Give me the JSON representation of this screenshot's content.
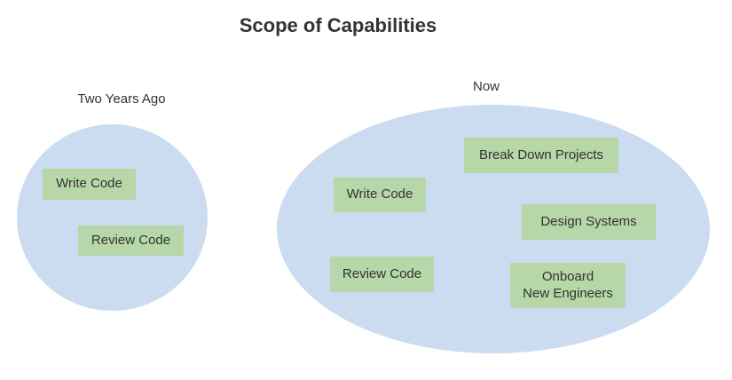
{
  "title": "Scope of Capabilities",
  "colors": {
    "ellipse_fill": "#cbdcf0",
    "box_fill": "#b6d7a8",
    "text": "#333333",
    "background": "#ffffff"
  },
  "diagram": {
    "left_group": {
      "label": "Two Years Ago",
      "items": [
        "Write Code",
        "Review Code"
      ]
    },
    "right_group": {
      "label": "Now",
      "items": [
        "Break Down Projects",
        "Write Code",
        "Design Systems",
        "Review Code",
        "Onboard\nNew Engineers"
      ]
    }
  }
}
